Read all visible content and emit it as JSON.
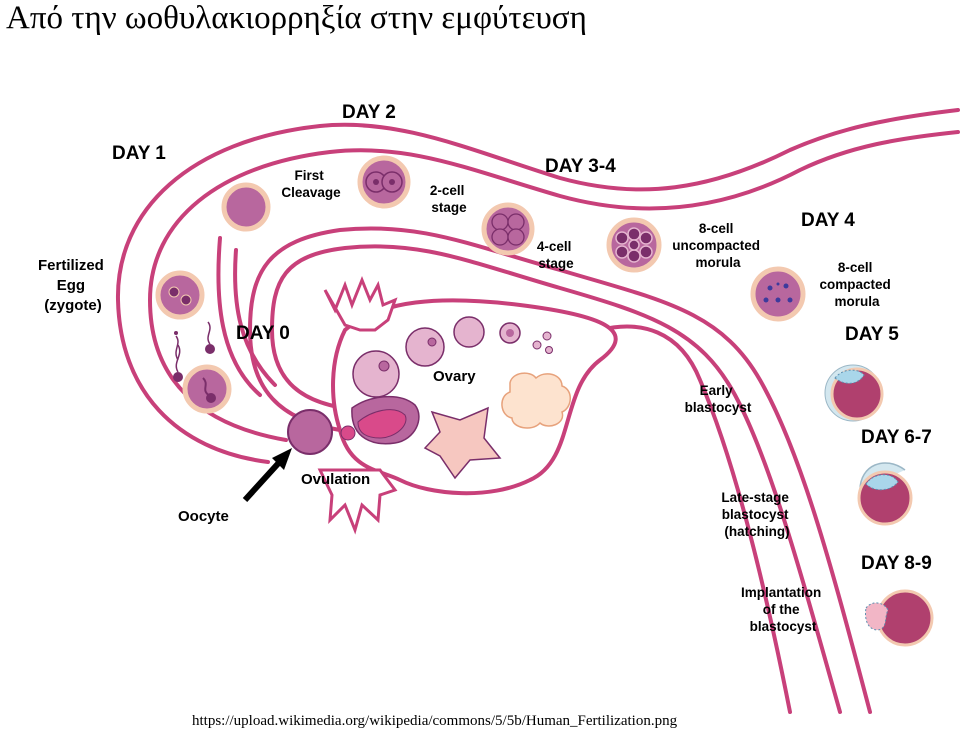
{
  "slide": {
    "title": "Από την ωοθυλακιορρηξία στην εμφύτευση",
    "credit": "https://upload.wikimedia.org/wikipedia/commons/5/5b/Human_Fertilization.png"
  },
  "diagram": {
    "days": {
      "day0": "DAY 0",
      "day1": "DAY 1",
      "day2": "DAY 2",
      "day34": "DAY 3-4",
      "day4": "DAY 4",
      "day5": "DAY 5",
      "day67": "DAY 6-7",
      "day89": "DAY 8-9"
    },
    "labels": {
      "fertilized": [
        "Fertilized",
        "Egg",
        "(zygote)"
      ],
      "first_cleavage": [
        "First",
        "Cleavage"
      ],
      "two_cell": [
        "2-cell",
        "stage"
      ],
      "four_cell": [
        "4-cell",
        "stage"
      ],
      "eight_uncompacted": [
        "8-cell",
        "uncompacted",
        "morula"
      ],
      "eight_compacted": [
        "8-cell",
        "compacted",
        "morula"
      ],
      "ovary": "Ovary",
      "ovulation": "Ovulation",
      "oocyte": "Oocyte",
      "early_blastocyst": [
        "Early",
        "blastocyst"
      ],
      "late_blastocyst": [
        "Late-stage",
        "blastocyst",
        "(hatching)"
      ],
      "implantation": [
        "Implantation",
        "of the",
        "blastocyst"
      ]
    },
    "colors": {
      "tube": "#c8407a",
      "cell_fill": "#b8679e",
      "zona": "#f3c9b0",
      "nucleus": "#7a2e6a",
      "ovary_pink": "#d94a8a",
      "corpus": "#f6c7c0",
      "blasto_blue": "#a9d6ea"
    }
  }
}
